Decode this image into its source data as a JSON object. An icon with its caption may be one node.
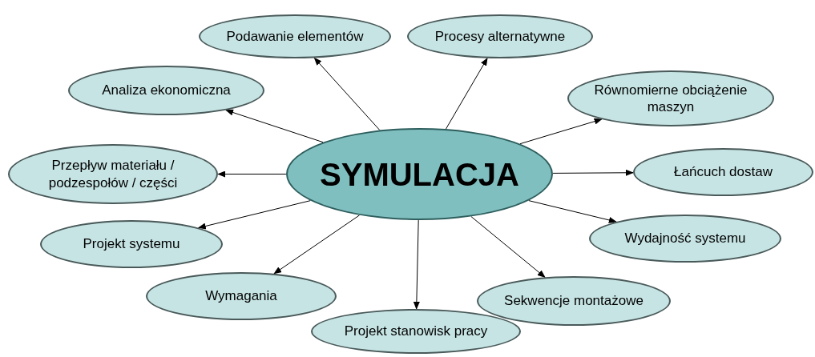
{
  "diagram": {
    "nodes": [
      {
        "text": [
          "SYMULACJA"
        ]
      },
      {
        "text": [
          "Podawanie elementów"
        ]
      },
      {
        "text": [
          "Procesy alternatywne"
        ]
      },
      {
        "text": [
          "Analiza ekonomiczna"
        ]
      },
      {
        "text": [
          "Równomierne obciążenie maszyn"
        ]
      },
      {
        "text": [
          "Przepływ materiału / podzespołów / części"
        ]
      },
      {
        "text": [
          "Łańcuch dostaw"
        ]
      },
      {
        "text": [
          "Projekt systemu"
        ]
      },
      {
        "text": [
          "Wydajność systemu"
        ]
      },
      {
        "text": [
          "Wymagania"
        ]
      },
      {
        "text": [
          "Sekwencje montażowe"
        ]
      },
      {
        "text": [
          "Projekt stanowisk pracy"
        ]
      }
    ],
    "edges": [
      {
        "from": 0,
        "to": 1,
        "arrow": "to"
      },
      {
        "from": 0,
        "to": 2,
        "arrow": "to"
      },
      {
        "from": 0,
        "to": 3,
        "arrow": "to"
      },
      {
        "from": 0,
        "to": 4,
        "arrow": "to"
      },
      {
        "from": 0,
        "to": 5,
        "arrow": "to"
      },
      {
        "from": 0,
        "to": 6,
        "arrow": "to"
      },
      {
        "from": 0,
        "to": 7,
        "arrow": "to"
      },
      {
        "from": 0,
        "to": 8,
        "arrow": "to"
      },
      {
        "from": 0,
        "to": 9,
        "arrow": "to"
      },
      {
        "from": 0,
        "to": 10,
        "arrow": "to"
      },
      {
        "from": 0,
        "to": 11,
        "arrow": "to"
      }
    ]
  }
}
